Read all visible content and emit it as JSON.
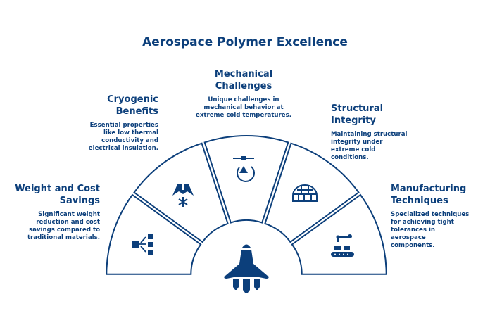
{
  "title": "Aerospace Polymer Excellence",
  "colors": {
    "primary": "#0c3f7b",
    "background": "#ffffff"
  },
  "items": [
    {
      "title": "Weight and Cost Savings",
      "description": "Significant weight reduction and cost savings compared to traditional materials.",
      "icon": "flow-chart-icon"
    },
    {
      "title": "Cryogenic Benefits",
      "description": "Essential properties like low thermal conductivity and electrical insulation.",
      "icon": "mountain-snowflake-icon"
    },
    {
      "title": "Mechanical Challenges",
      "description": "Unique challenges in mechanical behavior at extreme cold temperatures.",
      "icon": "rotate-triangle-icon"
    },
    {
      "title": "Structural Integrity",
      "description": "Maintaining structural integrity under extreme cold conditions.",
      "icon": "igloo-icon"
    },
    {
      "title": "Manufacturing Techniques",
      "description": "Specialized techniques for achieving tight tolerances in aerospace components.",
      "icon": "robot-arm-conveyor-icon"
    }
  ],
  "center_icon": "rocket-icon"
}
